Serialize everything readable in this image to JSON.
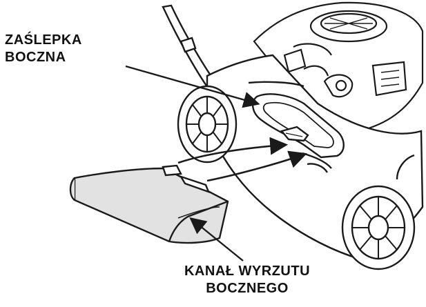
{
  "labels": {
    "side_plug": [
      "ZAŚLEPKA",
      "BOCZNA"
    ],
    "side_chute": [
      "KANAŁ WYRZUTU",
      "BOCZNEGO"
    ]
  },
  "colors": {
    "line": "#1a1a1a",
    "chute_fill": "#e2e2e2",
    "body_fill": "#ffffff"
  }
}
